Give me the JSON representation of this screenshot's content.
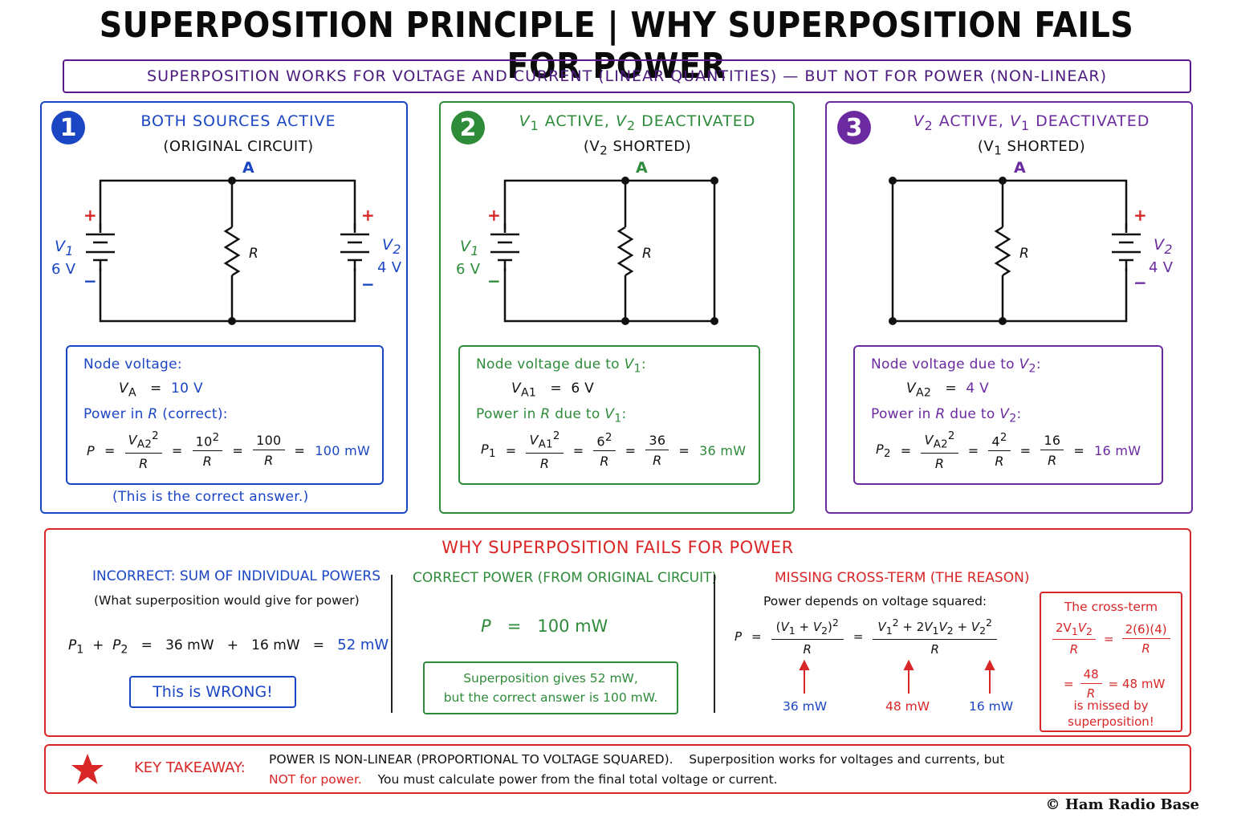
{
  "title": "SUPERPOSITION PRINCIPLE | WHY SUPERPOSITION FAILS FOR POWER",
  "subtitle": "SUPERPOSITION WORKS FOR VOLTAGE AND CURRENT (LINEAR QUANTITIES) — BUT NOT FOR POWER (NON-LINEAR)",
  "colors": {
    "blue": "#1a46c4",
    "green": "#2e8b3a",
    "purple": "#6b2aa0",
    "red": "#d92626",
    "navy": "#4b1a7e"
  },
  "panel1": {
    "badge": "1",
    "title": "BOTH SOURCES ACTIVE",
    "subtitle": "(ORIGINAL CIRCUIT)",
    "node_label": "A",
    "v1_name": "V",
    "v1_sub": "1",
    "v1_value": "6 V",
    "v2_name": "V",
    "v2_sub": "2",
    "v2_value": "4 V",
    "r_label": "R",
    "plus": "+",
    "minus": "−",
    "box_heading": "Node voltage:",
    "va": "V",
    "va_sub": "A",
    "va_value": "10 V",
    "power_heading": "Power in",
    "power_r": "R",
    "power_note": "(correct):",
    "p": "P",
    "eq": "=",
    "num1": "V",
    "num1_sub": "A2",
    "num1_sup": "2",
    "den": "R",
    "num2": "10",
    "num2_sup": "2",
    "num3": "100",
    "result": "100 mW",
    "footnote": "(This is the correct answer.)"
  },
  "panel2": {
    "badge": "2",
    "title_a": "V",
    "title_a_sub": "1",
    "title_b": "ACTIVE,",
    "title_c": "V",
    "title_c_sub": "2",
    "title_d": "DEACTIVATED",
    "subtitle_a": "(V",
    "subtitle_sub": "2",
    "subtitle_b": "SHORTED)",
    "node_label": "A",
    "v1_name": "V",
    "v1_sub": "1",
    "v1_value": "6 V",
    "r_label": "R",
    "box_heading": "Node voltage due to",
    "box_heading_v": "V",
    "box_heading_sub": "1",
    "colon": ":",
    "va": "V",
    "va_sub": "A1",
    "va_value": "6 V",
    "power_heading": "Power in",
    "power_r": "R",
    "power_due": "due to",
    "power_v": "V",
    "power_sub": "1",
    "p": "P",
    "p_sub": "1",
    "num1": "V",
    "num1_sub": "A1",
    "num1_sup": "2",
    "den": "R",
    "num2": "6",
    "num2_sup": "2",
    "num3": "36",
    "result": "36 mW"
  },
  "panel3": {
    "badge": "3",
    "title_a": "V",
    "title_a_sub": "2",
    "title_b": "ACTIVE,",
    "title_c": "V",
    "title_c_sub": "1",
    "title_d": "DEACTIVATED",
    "subtitle_a": "(V",
    "subtitle_sub": "1",
    "subtitle_b": "SHORTED)",
    "node_label": "A",
    "v2_name": "V",
    "v2_sub": "2",
    "v2_value": "4 V",
    "r_label": "R",
    "box_heading": "Node voltage due to",
    "box_heading_v": "V",
    "box_heading_sub": "2",
    "colon": ":",
    "va": "V",
    "va_sub": "A2",
    "va_value": "4 V",
    "power_heading": "Power in",
    "power_r": "R",
    "power_due": "due to",
    "power_v": "V",
    "power_sub": "2",
    "p": "P",
    "p_sub": "2",
    "num1": "V",
    "num1_sub": "A2",
    "num1_sup": "2",
    "den": "R",
    "num2": "4",
    "num2_sup": "2",
    "num3": "16",
    "result": "16 mW"
  },
  "fails": {
    "heading": "WHY SUPERPOSITION FAILS FOR POWER",
    "incorrect_title": "INCORRECT: SUM OF INDIVIDUAL POWERS",
    "incorrect_sub": "(What superposition would give for power)",
    "incorrect_eq_a": "P",
    "incorrect_eq_sub1": "1",
    "incorrect_eq_plus": "+",
    "incorrect_eq_b": "P",
    "incorrect_eq_sub2": "2",
    "incorrect_eq_rest": "=   36 mW   +   16 mW   =",
    "incorrect_result": "52 mW",
    "wrong_label": "This is WRONG!",
    "correct_title": "CORRECT POWER (FROM ORIGINAL CIRCUIT)",
    "correct_p": "P",
    "correct_eq": "=",
    "correct_value": "100 mW",
    "correct_note_1": "Superposition gives 52 mW,",
    "correct_note_2": "but the correct answer is 100 mW.",
    "missing_title": "MISSING CROSS-TERM (THE REASON)",
    "missing_sub": "Power depends on voltage squared:",
    "term_values": [
      "36 mW",
      "48 mW",
      "16 mW"
    ],
    "cross_title": "The cross-term",
    "cross_num": "2V",
    "cross_rhs": "2(6)(4)",
    "cross_den": "R",
    "cross_48": "48",
    "cross_eq": "=",
    "cross_result": "= 48 mW",
    "cross_note_1": "is missed by",
    "cross_note_2": "superposition!"
  },
  "takeaway": {
    "label": "KEY TAKEAWAY:",
    "line1_bold": "POWER IS NON-LINEAR (PROPORTIONAL TO VOLTAGE SQUARED).",
    "line1_rest": "Superposition works for voltages and currents, but",
    "line2_red": "NOT for power.",
    "line2_rest": "You must calculate power from the final total voltage or current."
  },
  "copyright": "© Ham Radio Base"
}
